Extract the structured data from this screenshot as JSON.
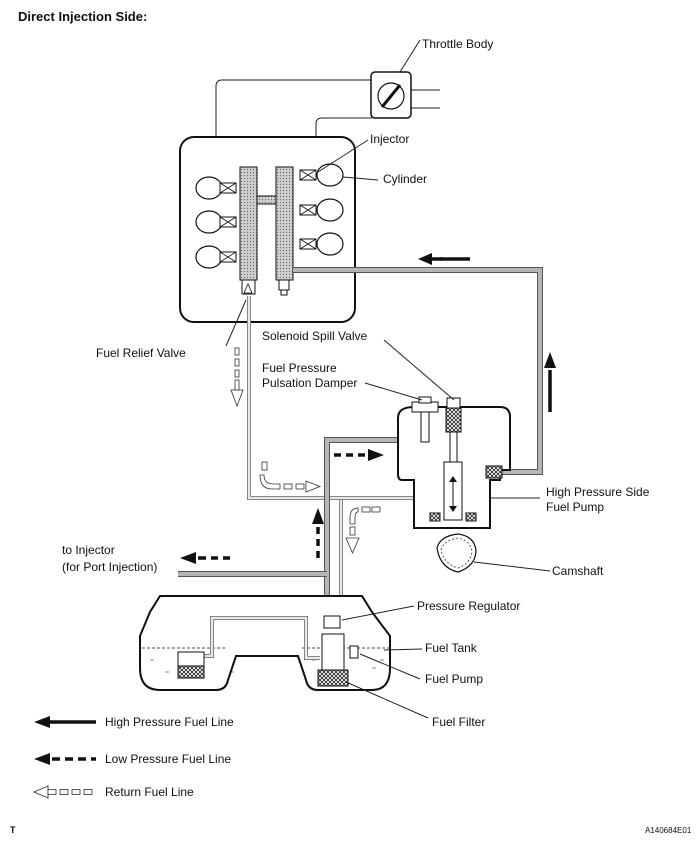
{
  "title": "Direct Injection Side:",
  "labels": {
    "throttle_body": "Throttle Body",
    "injector": "Injector",
    "cylinder": "Cylinder",
    "solenoid_spill_valve": "Solenoid Spill Valve",
    "fuel_relief_valve": "Fuel Relief Valve",
    "fuel_pressure_line1": "Fuel Pressure",
    "fuel_pressure_line2": "Pulsation Damper",
    "hp_pump_line1": "High Pressure Side",
    "hp_pump_line2": "Fuel Pump",
    "to_injector_line1": "to Injector",
    "to_injector_line2": "(for Port Injection)",
    "camshaft": "Camshaft",
    "pressure_regulator": "Pressure Regulator",
    "fuel_tank": "Fuel Tank",
    "fuel_pump": "Fuel Pump",
    "fuel_filter": "Fuel Filter"
  },
  "legend": {
    "high": "High Pressure Fuel Line",
    "low": "Low Pressure Fuel Line",
    "return": "Return Fuel Line"
  },
  "footer": {
    "left": "T",
    "right": "A140684E01"
  },
  "colors": {
    "pipe": "#b5b5b5",
    "ink": "#111111"
  }
}
